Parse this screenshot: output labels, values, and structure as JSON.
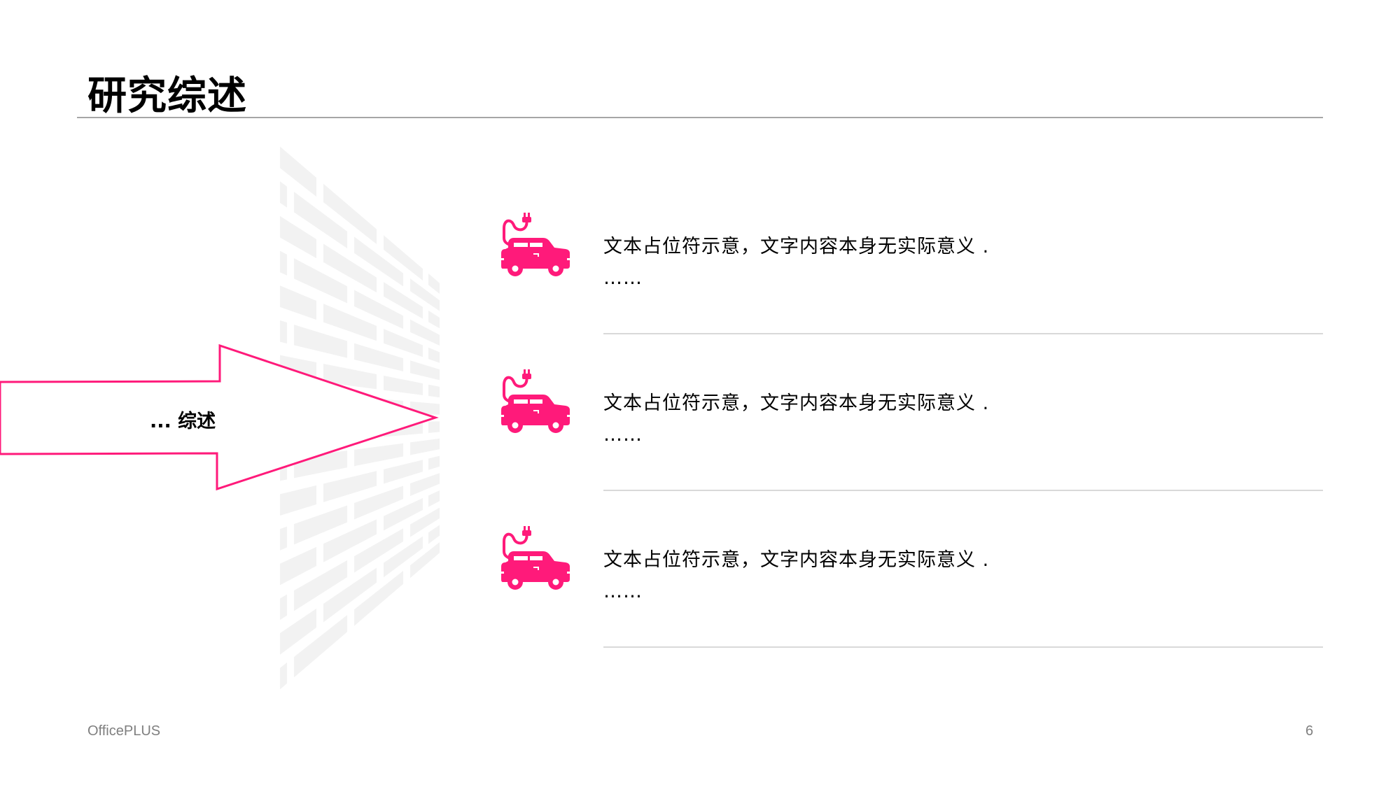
{
  "slide": {
    "title": "研究综述",
    "page_number": "6",
    "footer_brand": "OfficePLUS"
  },
  "colors": {
    "accent": "#FF1A7A",
    "wall": "#F2F2F2",
    "rule": "#A6A6A6",
    "separator": "#D9D9D9",
    "footer_text": "#7F7F7F"
  },
  "arrow": {
    "label": "... 综述",
    "icon": "arrow-outline-icon"
  },
  "wall": {
    "icon": "brick-wall-icon"
  },
  "items": [
    {
      "icon": "electric-car-icon",
      "text": "文本占位符示意，文字内容本身无实际意义 .",
      "more": "……"
    },
    {
      "icon": "electric-car-icon",
      "text": "文本占位符示意，文字内容本身无实际意义 .",
      "more": "……"
    },
    {
      "icon": "electric-car-icon",
      "text": "文本占位符示意，文字内容本身无实际意义 .",
      "more": "……"
    }
  ]
}
